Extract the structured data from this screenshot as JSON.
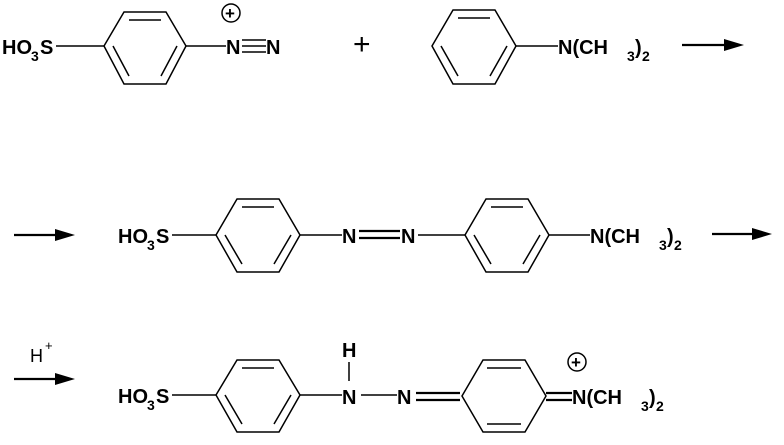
{
  "labels": {
    "so3h": "HO",
    "so3h_sub": "3",
    "so3h_s": "S",
    "n": "N",
    "h": "H",
    "nme2_prefix": "N(CH",
    "nme2_sub3": "3",
    "nme2_close": ")",
    "nme2_sub2": "2",
    "plus": "+",
    "charge": "+",
    "acid_h": "H",
    "acid_plus": "+"
  },
  "colors": {
    "ink": "#000000",
    "background": "#ffffff"
  }
}
